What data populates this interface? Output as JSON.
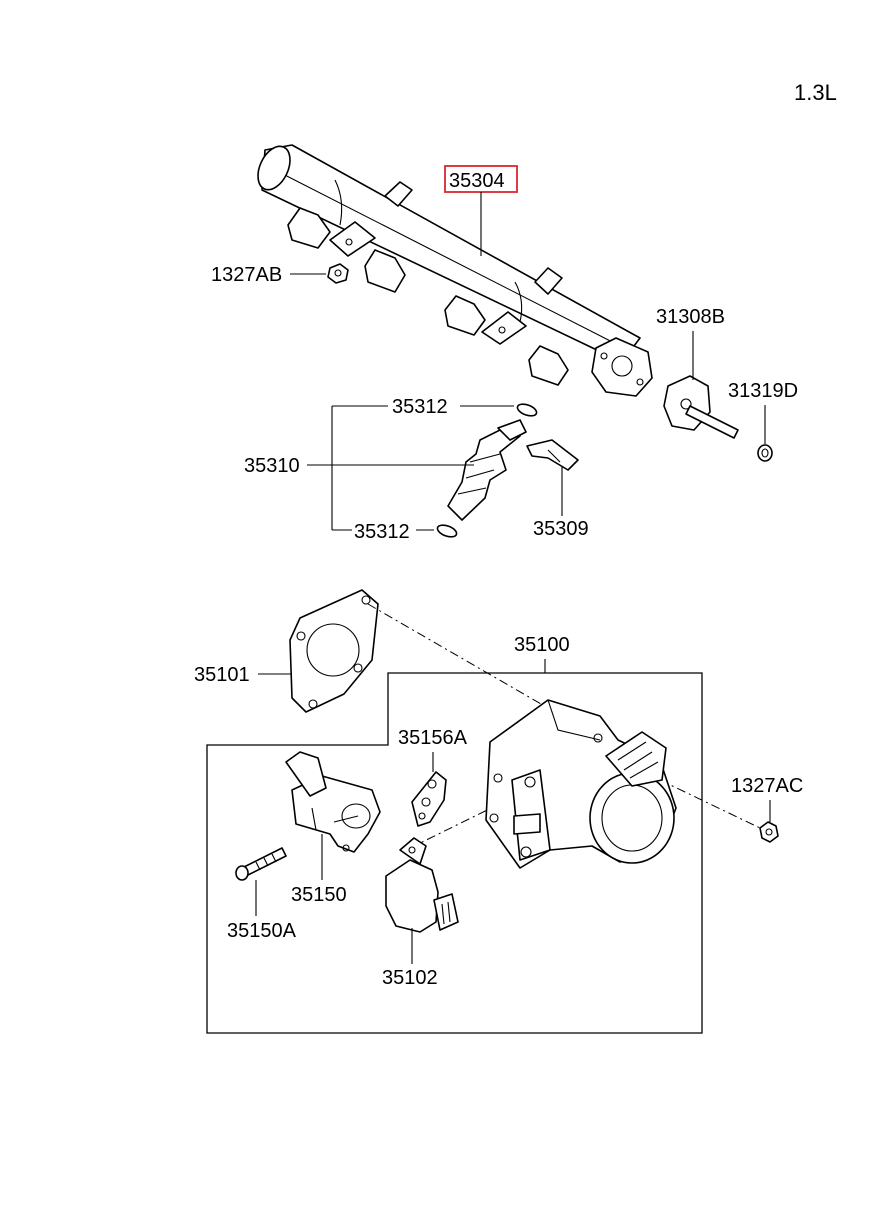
{
  "engine_label": "1.3L",
  "highlight_color": "#d9262e",
  "part_labels": {
    "fuel_rail": "35304",
    "nut_rail": "1327AB",
    "gasket_rail": "31308B",
    "washer_rail": "31319D",
    "o_ring_top": "35312",
    "injector": "35310",
    "o_ring_bottom": "35312",
    "injector_clip": "35309",
    "throttle_assembly": "35100",
    "throttle_gasket": "35101",
    "sensor_gasket": "35156A",
    "nut_throttle": "1327AC",
    "actuator": "35150",
    "screw": "35150A",
    "sensor": "35102"
  }
}
